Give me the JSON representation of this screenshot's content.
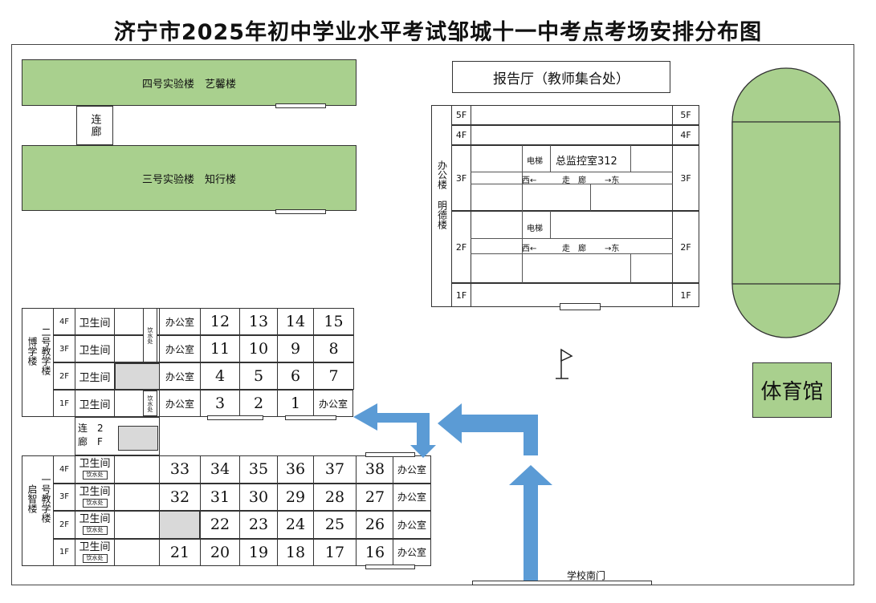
{
  "title": "济宁市2025年初中学业水平考试邹城十一中考点考场安排分布图",
  "colors": {
    "building_green": "#a9d08e",
    "light_green": "#e2efda",
    "arrow_blue": "#5b9bd5",
    "gray": "#d9d9d9"
  },
  "lab4": "四号实验楼　艺馨楼",
  "corridor_top": "连廊",
  "lab3": "三号实验楼　知行楼",
  "hall": "报告厅（教师集合处）",
  "office_building": {
    "label1": "办公楼",
    "label2": "明德楼",
    "floors": [
      "5F",
      "4F",
      "3F",
      "2F",
      "1F"
    ],
    "elevator": "电梯",
    "monitor_room": "总监控室312",
    "corridor_west": "西←",
    "corridor_word1": "走",
    "corridor_word2": "廊",
    "corridor_east": "→东"
  },
  "gym": "体育馆",
  "b2": {
    "name1": "二号教学楼",
    "name2": "博学楼",
    "floors": [
      "4F",
      "3F",
      "2F",
      "1F"
    ],
    "toilet": "卫生间",
    "water": "饮水处",
    "office": "办公室",
    "rooms": [
      [
        "12",
        "13",
        "14",
        "15"
      ],
      [
        "11",
        "10",
        "9",
        "8"
      ],
      [
        "4",
        "5",
        "6",
        "7"
      ],
      [
        "3",
        "2",
        "1"
      ]
    ]
  },
  "corridor2f": "连廊2F",
  "corridor2f_left": "连\n廊",
  "corridor2f_right": "2\nF",
  "b1": {
    "name1": "一号教学楼",
    "name2": "启智楼",
    "floors": [
      "4F",
      "3F",
      "2F",
      "1F"
    ],
    "toilet": "卫生间",
    "water": "饮水处",
    "office": "办公室",
    "rooms": [
      [
        "33",
        "34",
        "35",
        "36",
        "37",
        "38"
      ],
      [
        "32",
        "31",
        "30",
        "29",
        "28",
        "27"
      ],
      [
        "22",
        "23",
        "24",
        "25",
        "26"
      ],
      [
        "21",
        "20",
        "19",
        "18",
        "17",
        "16"
      ]
    ]
  },
  "south_gate": "学校南门"
}
